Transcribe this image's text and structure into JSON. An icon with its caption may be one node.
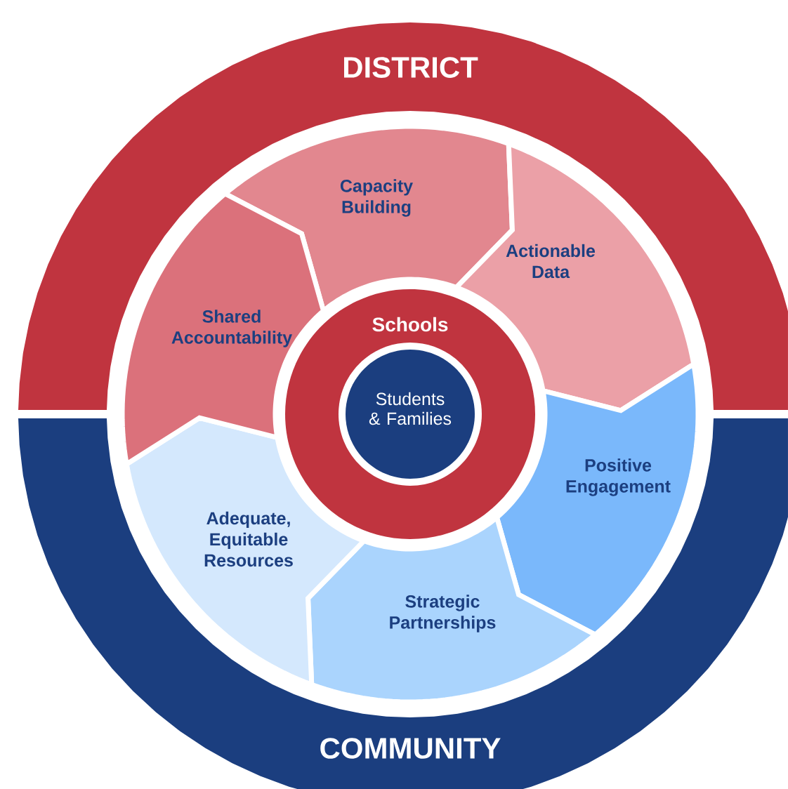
{
  "diagram": {
    "nodes": [
      {
        "text": [
          "DISTRICT"
        ]
      },
      {
        "text": [
          "COMMUNITY"
        ]
      },
      {
        "text": [
          "Capacity Building"
        ]
      },
      {
        "text": [
          "Actionable Data"
        ]
      },
      {
        "text": [
          "Positive Engagement"
        ]
      },
      {
        "text": [
          "Strategic Partnerships"
        ]
      },
      {
        "text": [
          "Adequate, Equitable Resources"
        ]
      },
      {
        "text": [
          "Shared Accountability"
        ]
      },
      {
        "text": [
          "Schools"
        ]
      },
      {
        "text": [
          "Students & Families"
        ],
        "in": 8
      }
    ]
  }
}
